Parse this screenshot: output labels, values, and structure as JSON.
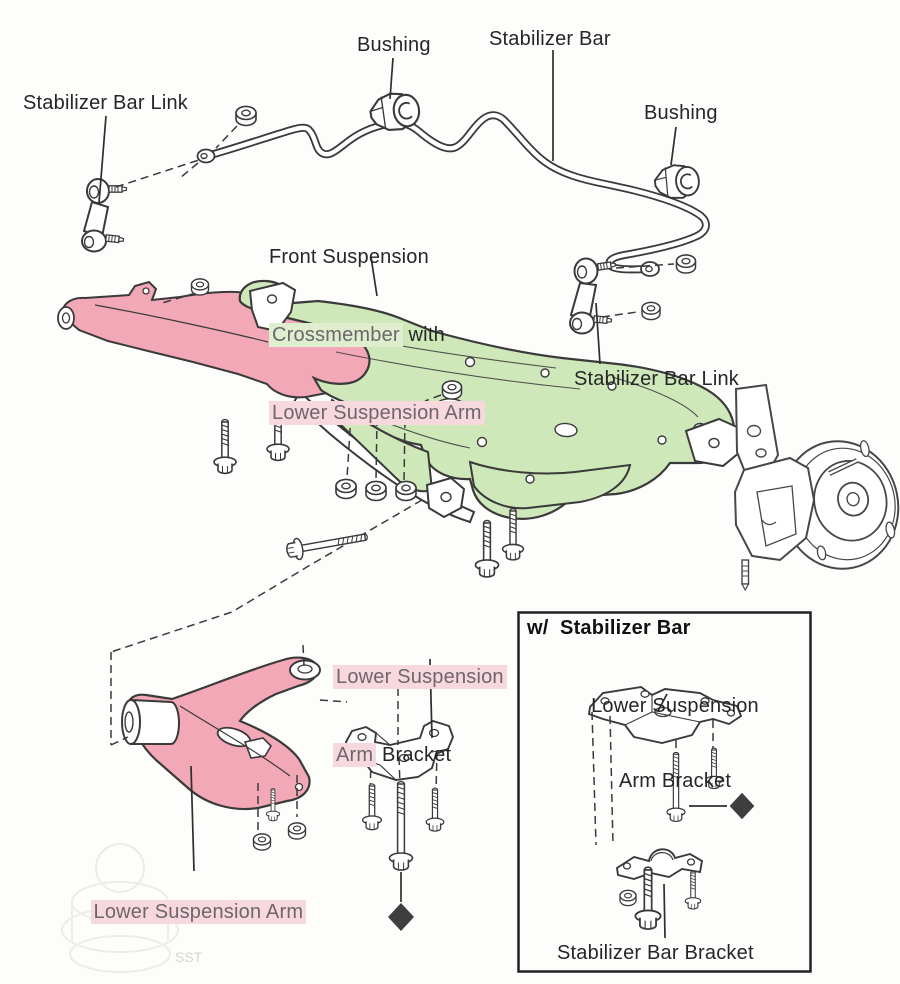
{
  "colors": {
    "paper": "#fdfdfc",
    "line": "#3a3a3a",
    "label_text": "#262626",
    "highlight_text": "#6d666b",
    "crossmember_fill": "#cfe8ba",
    "arm_fill": "#f2a8b6",
    "highlight_green": "#dfeecf",
    "highlight_pink": "#f8d8df",
    "diamond": "#3e3e3e",
    "inset_border": "#222222"
  },
  "labels": {
    "bushing_top": "Bushing",
    "stabilizer_bar": "Stabilizer Bar",
    "stabilizer_bar_link_left": "Stabilizer Bar Link",
    "bushing_right": "Bushing",
    "crossmember_caption": {
      "line1": "Front Suspension",
      "line2_highlight": "Crossmember",
      "line2_rest": " with",
      "line3_highlight": "Lower Suspension Arm"
    },
    "stabilizer_bar_link_right": "Stabilizer Bar Link",
    "arm_bracket_caption": {
      "line1_highlight": "Lower Suspension",
      "line2_highlight": "Arm",
      "line2_rest": " Bracket"
    },
    "lower_suspension_arm": "Lower Suspension Arm",
    "inset": {
      "title": "w/  Stabilizer Bar",
      "arm_bracket_line1": "Lower Suspension",
      "arm_bracket_line2": "Arm Bracket",
      "stabilizer_bar_bracket": "Stabilizer Bar Bracket"
    },
    "watermark": "SST"
  },
  "markers": {
    "note_diamond": "◆"
  }
}
